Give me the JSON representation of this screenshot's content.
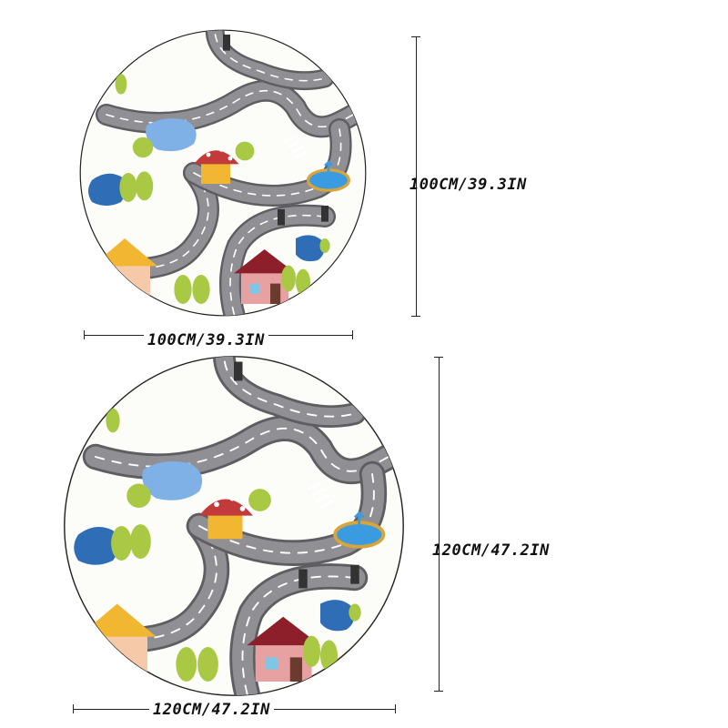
{
  "rugs": [
    {
      "width_label": "100CM/39.3IN",
      "height_label": "100CM/39.3IN"
    },
    {
      "width_label": "120CM/47.2IN",
      "height_label": "120CM/47.2IN"
    }
  ],
  "colors": {
    "road": "#8f8f94",
    "road_border": "#5d5d62",
    "rug_bg": "#fcfcf8",
    "water": "#2f6db7",
    "lake": "#7fb0e6",
    "tree": "#a9c944",
    "roof": "#8c1f2a",
    "house_wall": "#e8a1a1",
    "cottage": "#f2b731"
  }
}
